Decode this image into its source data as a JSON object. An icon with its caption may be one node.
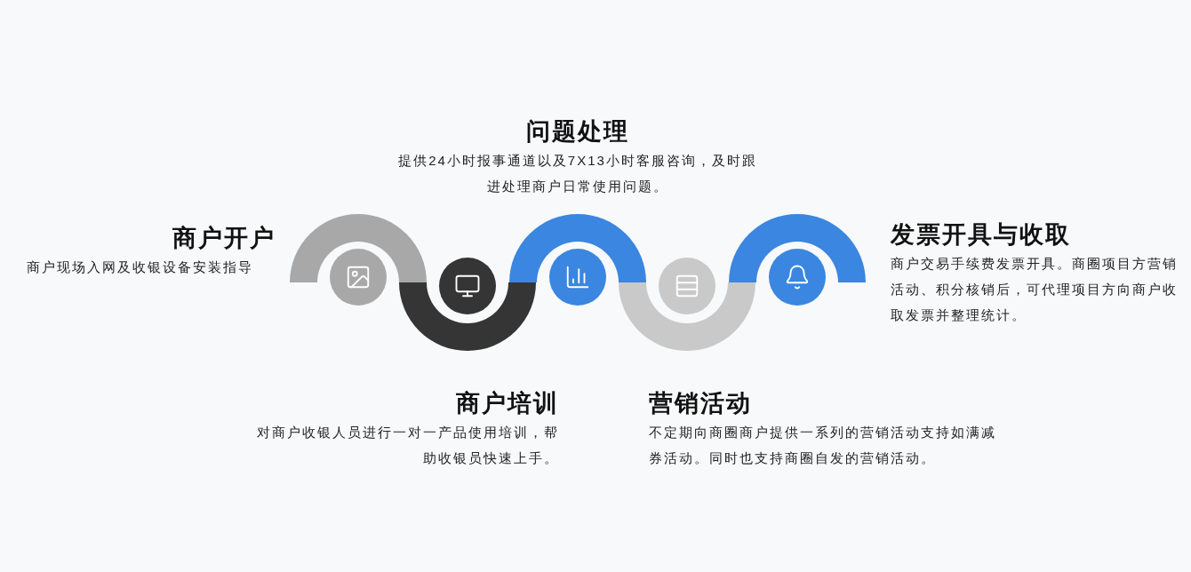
{
  "diagram": {
    "nodes": [
      {
        "text": [
          "商户开户",
          "商户现场入网及收银设备安装指导"
        ]
      },
      {
        "text": [
          "商户培训",
          "对商户收银人员进行一对一产品使用培训，帮助收银员快速上手。"
        ]
      },
      {
        "text": [
          "问题处理",
          "提供24小时报事通道以及7X13小时客服咨询，及时跟进处理商户日常使用问题。"
        ]
      },
      {
        "text": [
          "营销活动",
          "不定期向商圈商户提供一系列的营销活动支持如满减券活动。同时也支持商圈自发的营销活动。"
        ]
      },
      {
        "text": [
          "发票开具与收取",
          "商户交易手续费发票开具。商圈项目方营销活动、积分核销后，可代理项目方向商户收取发票并整理统计。"
        ]
      }
    ]
  }
}
